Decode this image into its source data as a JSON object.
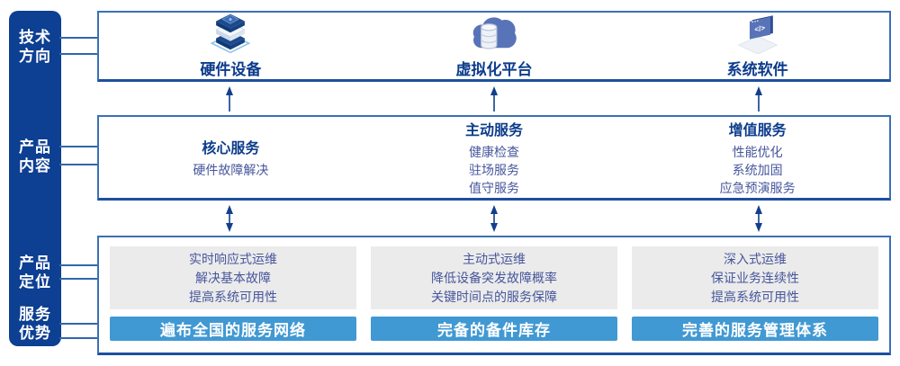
{
  "colors": {
    "navy": "#0d3f92",
    "border": "#3c70b4",
    "borderDark": "#1d4f9e",
    "line": "#2f66ad",
    "barBlue": "#4199d3",
    "panelGray": "#ebebeb",
    "titleText": "#0c3c8c",
    "itemText": "#46569c",
    "arrow": "#123f8c"
  },
  "sidebar": {
    "labels": [
      {
        "name": "tech-direction",
        "lines": [
          "技术",
          "方向"
        ]
      },
      {
        "name": "product-content",
        "lines": [
          "产品",
          "内容"
        ]
      },
      {
        "name": "product-positioning",
        "lines": [
          "产品",
          "定位"
        ]
      },
      {
        "name": "service-advantage",
        "lines": [
          "服务",
          "优势"
        ]
      }
    ]
  },
  "tech_row": {
    "items": [
      {
        "icon": "server-stack-icon",
        "label": "硬件设备"
      },
      {
        "icon": "cloud-database-icon",
        "label": "虚拟化平台"
      },
      {
        "icon": "code-window-icon",
        "label": "系统软件"
      }
    ]
  },
  "content_row": {
    "columns": [
      {
        "title": "核心服务",
        "items": [
          "硬件故障解决"
        ]
      },
      {
        "title": "主动服务",
        "items": [
          "健康检查",
          "驻场服务",
          "值守服务"
        ]
      },
      {
        "title": "增值服务",
        "items": [
          "性能优化",
          "系统加固",
          "应急预演服务"
        ]
      }
    ]
  },
  "bottom_row": {
    "columns": [
      {
        "positioning": [
          "实时响应式运维",
          "解决基本故障",
          "提高系统可用性"
        ],
        "advantage": "遍布全国的服务网络"
      },
      {
        "positioning": [
          "主动式运维",
          "降低设备突发故障概率",
          "关键时间点的服务保障"
        ],
        "advantage": "完备的备件库存"
      },
      {
        "positioning": [
          "深入式运维",
          "保证业务连续性",
          "提高系统可用性"
        ],
        "advantage": "完善的服务管理体系"
      }
    ]
  },
  "icons": {
    "code_glyph": "</>"
  }
}
